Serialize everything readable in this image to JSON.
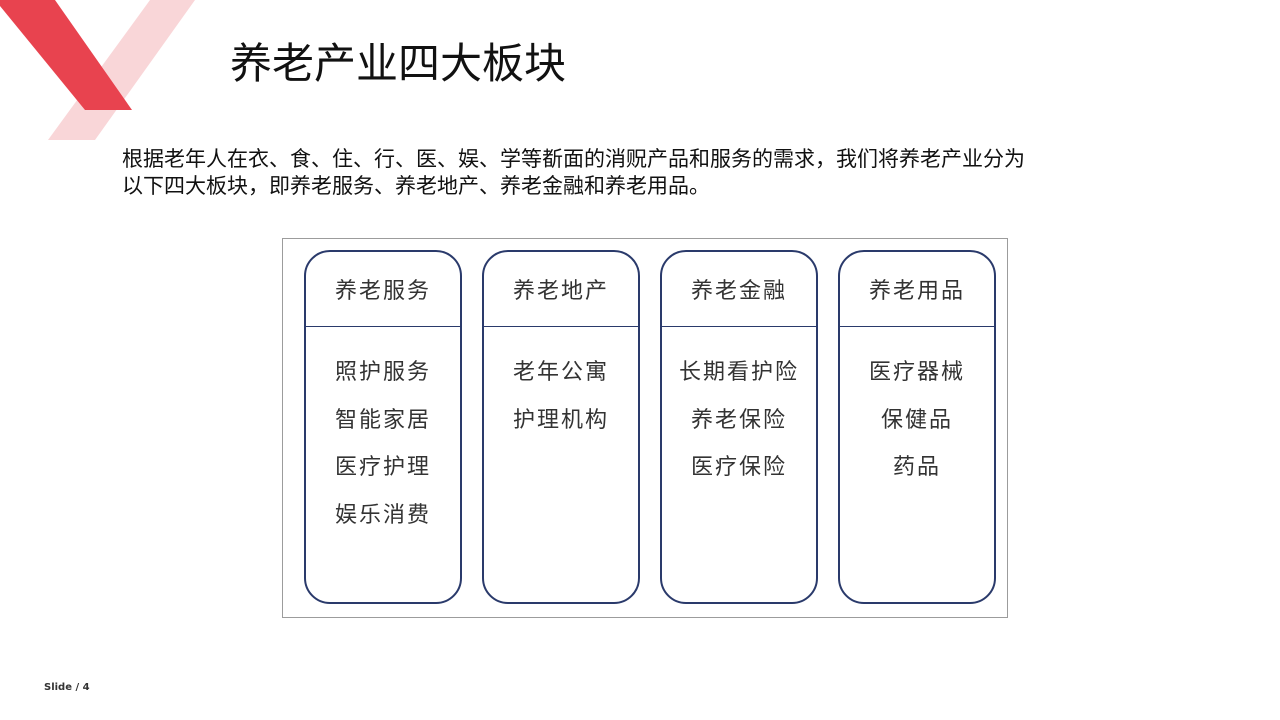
{
  "theme": {
    "accent": "#e8434f",
    "accent_light": "#f9d6d8",
    "panel_border": "#2a3a6b",
    "frame_border": "#9c9c9c"
  },
  "slide": {
    "title": "养老产业四大板块",
    "intro_lines": [
      "根据老年人在衣、食、住、行、医、娱、学等斱面的消贶产品和服务的需求，我们将养老产业分为",
      "以下四大板块，即养老服务、养老地产、养老金融和养老用品。"
    ],
    "footer": "Slide / 4"
  },
  "panels": [
    {
      "title": "养老服务",
      "items": [
        "照护服务",
        "智能家居",
        "医疗护理",
        "娱乐消费"
      ]
    },
    {
      "title": "养老地产",
      "items": [
        "老年公寓",
        "护理机构"
      ]
    },
    {
      "title": "养老金融",
      "items": [
        "长期看护险",
        "养老保险",
        "医疗保险"
      ]
    },
    {
      "title": "养老用品",
      "items": [
        "医疗器械",
        "保健品",
        "药品"
      ]
    }
  ]
}
